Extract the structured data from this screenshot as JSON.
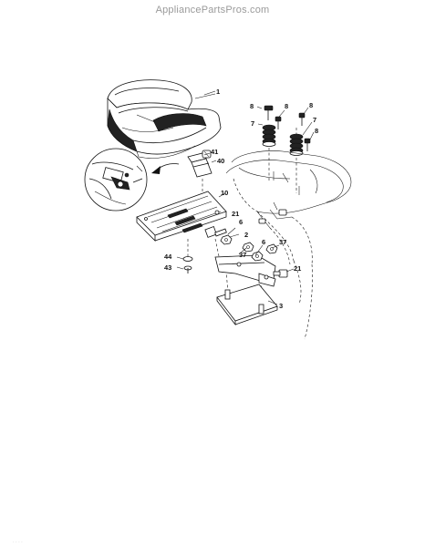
{
  "header": {
    "site": "AppliancePartsPros.com"
  },
  "diagram": {
    "callouts": {
      "c1": "1",
      "c2": "2",
      "c3": "3",
      "c6a": "6",
      "c6b": "6",
      "c7a": "7",
      "c7b": "7",
      "c8a": "8",
      "c8b": "8",
      "c8c": "8",
      "c8d": "8",
      "c10": "10",
      "c21a": "21",
      "c21b": "21",
      "c37a": "37",
      "c37b": "37",
      "c40": "40",
      "c41": "41",
      "c43": "43",
      "c44": "44"
    }
  },
  "footer": {
    "mark": "· · ·  ·"
  }
}
